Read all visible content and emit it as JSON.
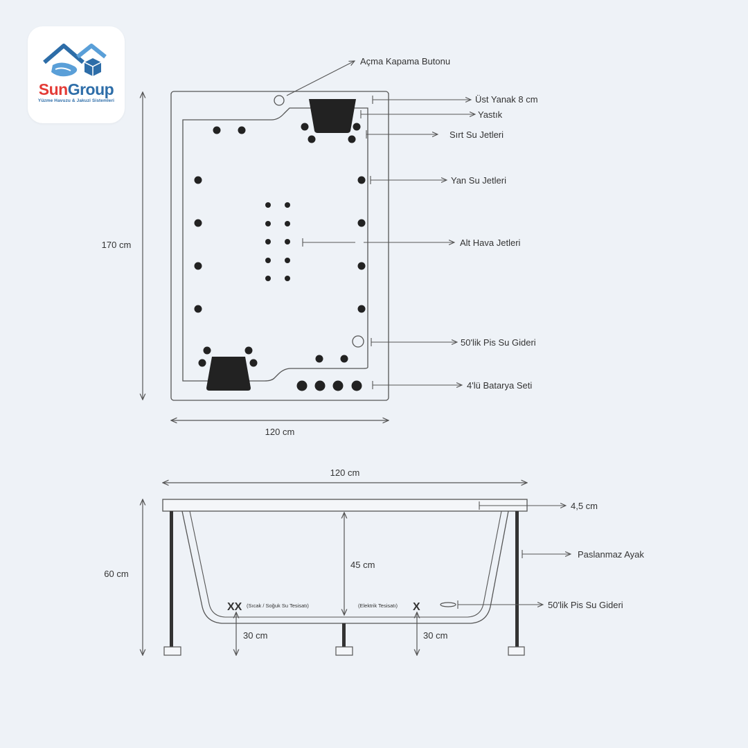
{
  "brand": {
    "name_part1": "Sun",
    "name_part2": "Group",
    "tagline": "Yüzme Havuzu & Jakuzi Sistemleri",
    "colors": {
      "red": "#e43b36",
      "blue": "#2d6da8",
      "light_blue": "#5a9fd8"
    }
  },
  "top_view": {
    "height_label": "170 cm",
    "width_label": "120 cm",
    "callouts": {
      "power_button": "Açma Kapama Butonu",
      "top_rim": "Üst Yanak 8 cm",
      "pillow": "Yastık",
      "back_jets": "Sırt Su Jetleri",
      "side_jets": "Yan Su Jetleri",
      "air_jets": "Alt Hava Jetleri",
      "drain": "50'lik Pis Su Gideri",
      "faucet_set": "4'lü Batarya Seti"
    }
  },
  "side_view": {
    "width_label": "120 cm",
    "height_label": "60 cm",
    "inner_depth_label": "45 cm",
    "callouts": {
      "rim_thickness": "4,5 cm",
      "legs": "Paslanmaz Ayak",
      "drain": "50'lik Pis Su Gideri"
    },
    "markers": {
      "water_mark": "XX",
      "water_note": "(Sıcak / Soğuk Su Tesisatı)",
      "electric_note": "(Elektrik Tesisatı)",
      "electric_mark": "X",
      "left_clearance": "30 cm",
      "right_clearance": "30 cm"
    }
  }
}
